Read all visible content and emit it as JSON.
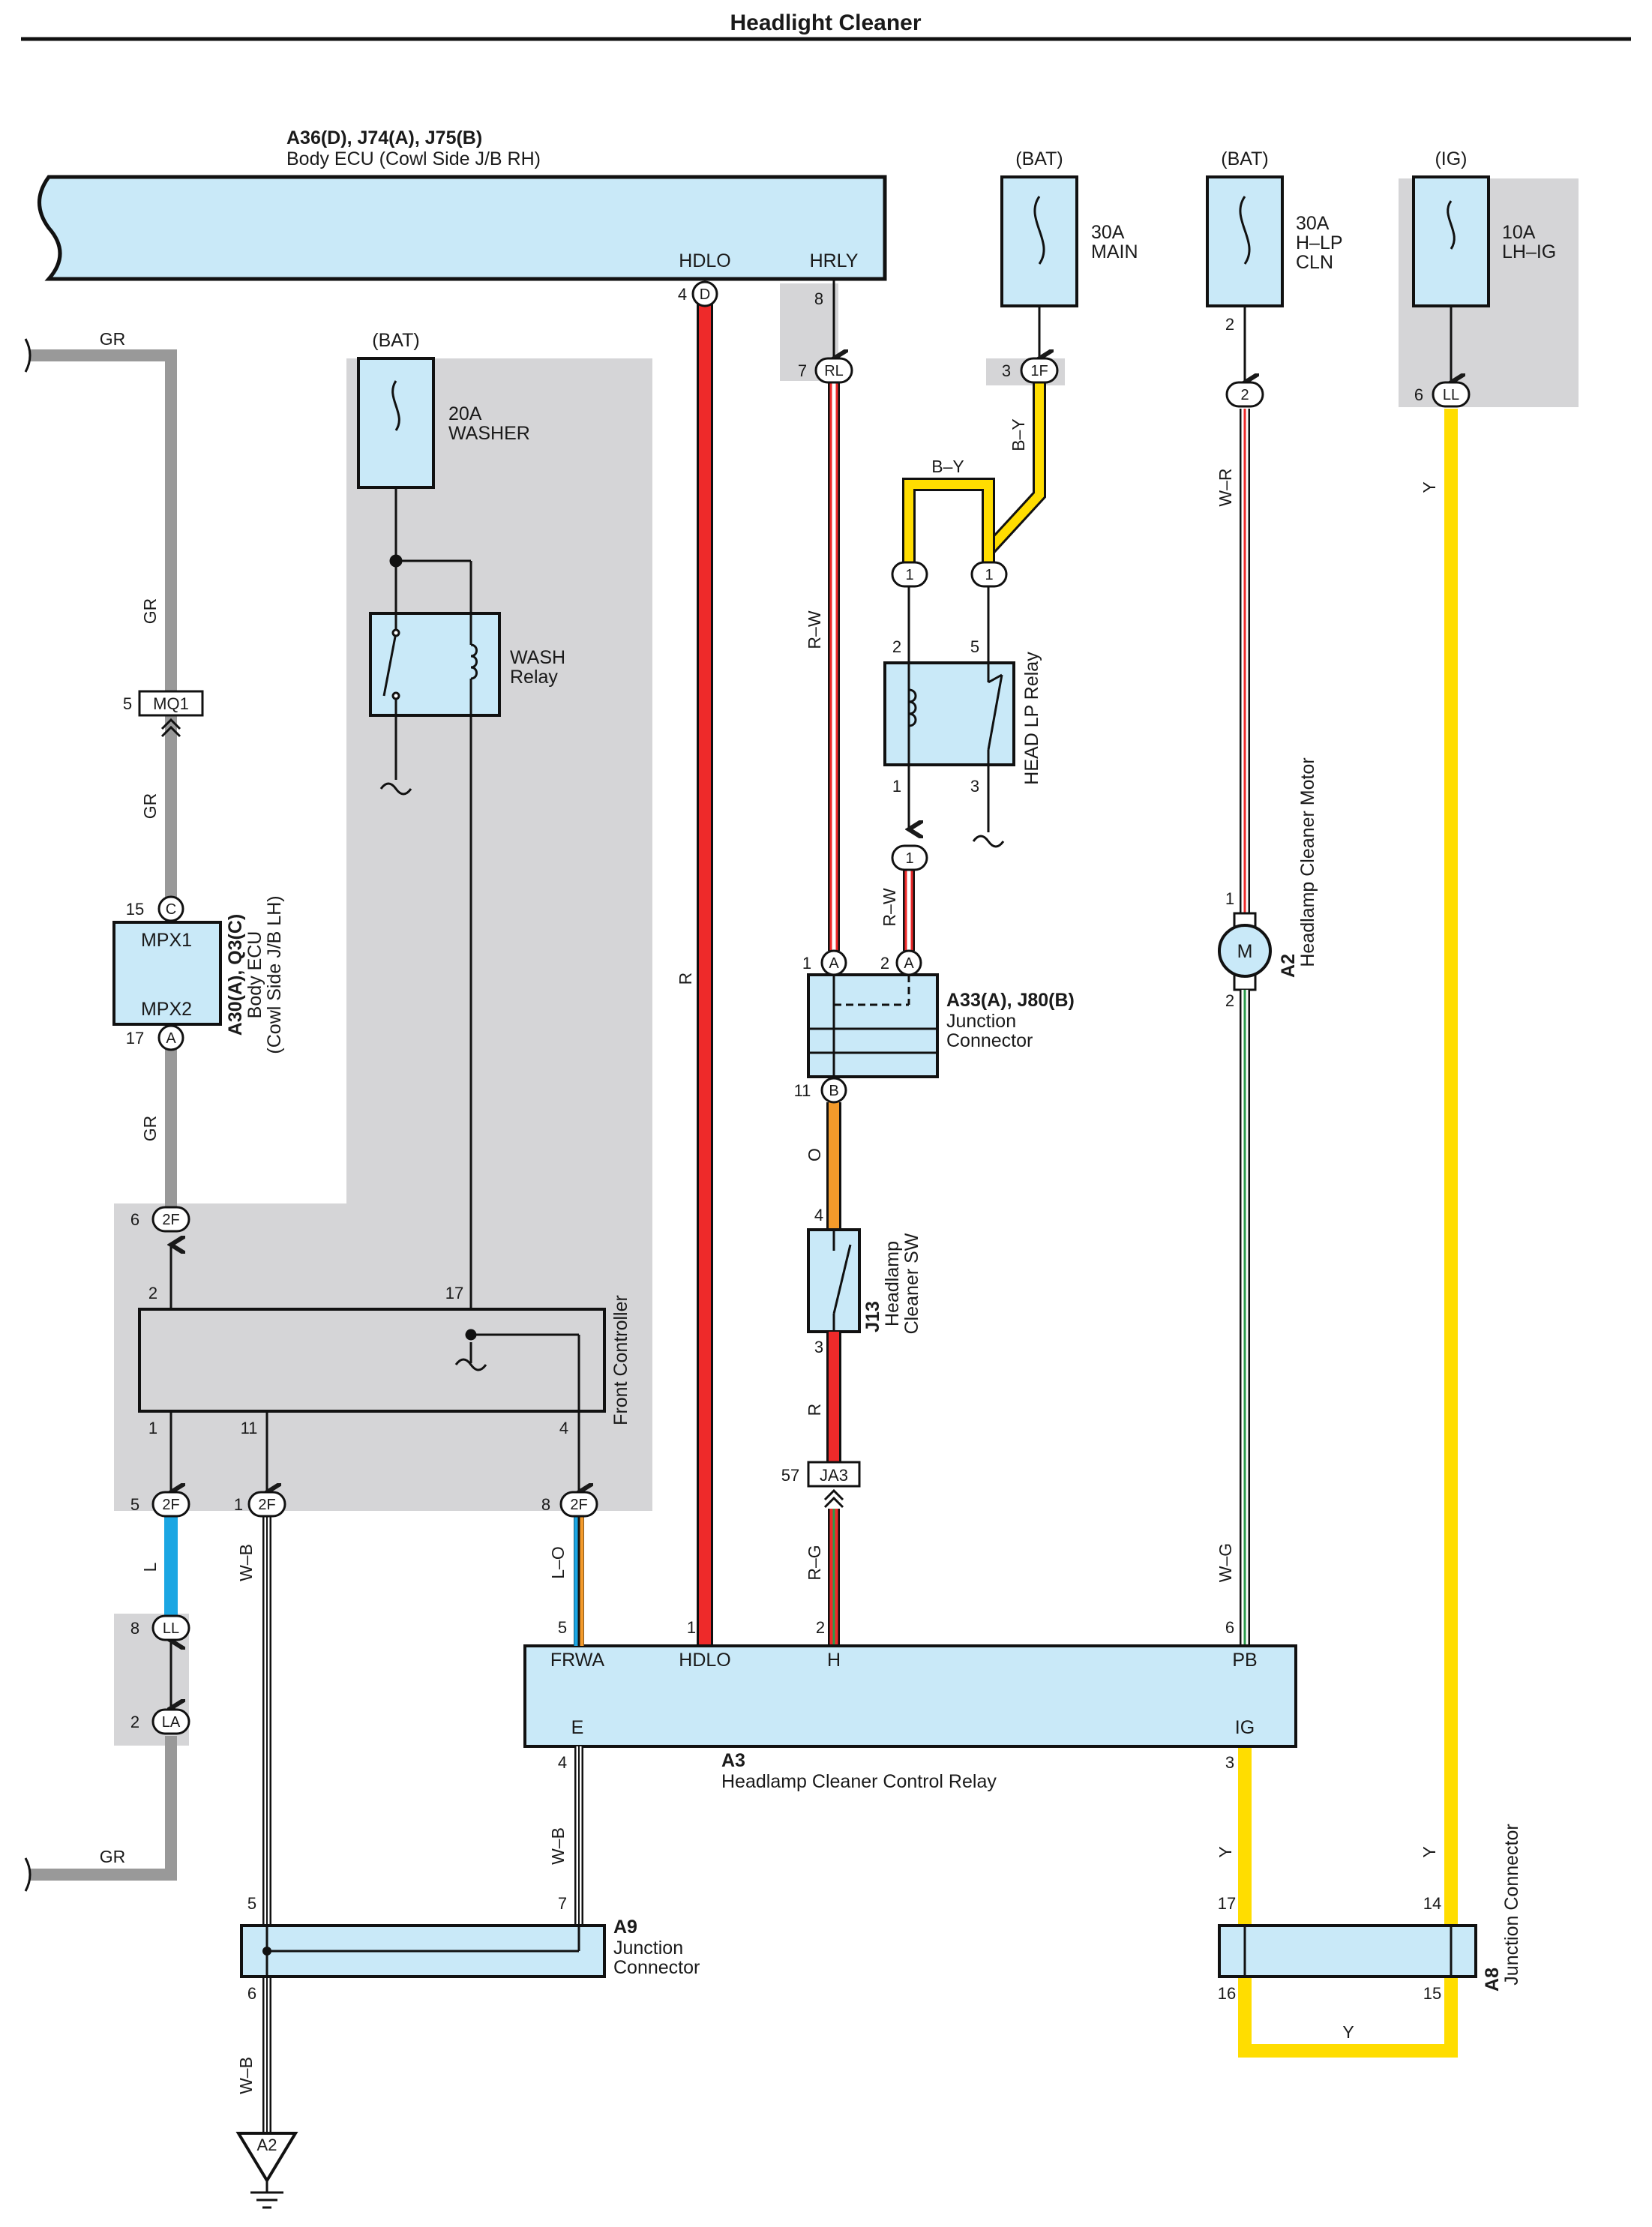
{
  "title": "Headlight Cleaner",
  "components": {
    "body_ecu_rh": {
      "ref": "A36(D), J74(A), J75(B)",
      "name": "Body ECU (Cowl Side J/B RH)",
      "pins": {
        "hdlo": "HDLO",
        "hrly": "HRLY"
      },
      "pin_nums": {
        "hdlo": "4",
        "hrly": "8"
      },
      "connectors": {
        "hdlo": "D"
      }
    },
    "fuse_main": {
      "source": "(BAT)",
      "rating": "30A",
      "name": "MAIN"
    },
    "fuse_hlp_cln": {
      "source": "(BAT)",
      "rating": "30A",
      "name1": "H–LP",
      "name2": "CLN",
      "pin": "2"
    },
    "fuse_lh_ig": {
      "source": "(IG)",
      "rating": "10A",
      "name": "LH–IG"
    },
    "fuse_washer": {
      "source": "(BAT)",
      "rating": "20A",
      "name": "WASHER"
    },
    "wash_relay": {
      "name1": "WASH",
      "name2": "Relay"
    },
    "head_lp_relay": {
      "name": "HEAD LP Relay",
      "pins": [
        "2",
        "5",
        "1",
        "3"
      ]
    },
    "body_ecu_lh": {
      "ref": "A30(A), Q3(C)",
      "name1": "Body ECU",
      "name2": "(Cowl Side J/B LH)",
      "pins": {
        "mpx1": "MPX1",
        "mpx2": "MPX2"
      },
      "pin_nums": {
        "top": "15",
        "bottom": "17"
      },
      "connectors": {
        "top": "C",
        "bottom": "A"
      }
    },
    "front_controller": {
      "name": "Front Controller",
      "pins": [
        "2",
        "17",
        "1",
        "11",
        "4"
      ]
    },
    "junction_a33": {
      "ref": "A33(A), J80(B)",
      "name1": "Junction",
      "name2": "Connector",
      "pins": [
        "1",
        "2",
        "11"
      ],
      "connectors": [
        "A",
        "A",
        "B"
      ]
    },
    "headlamp_cleaner_sw": {
      "ref": "J13",
      "name1": "Headlamp",
      "name2": "Cleaner SW",
      "pins": [
        "4",
        "3"
      ]
    },
    "motor": {
      "ref": "A2",
      "name": "Headlamp Cleaner Motor",
      "symbol": "M",
      "pins": [
        "1",
        "2"
      ]
    },
    "control_relay": {
      "ref": "A3",
      "name": "Headlamp Cleaner Control Relay",
      "terminals": [
        "FRWA",
        "HDLO",
        "H",
        "PB",
        "E",
        "IG"
      ],
      "pins": [
        "5",
        "1",
        "2",
        "6",
        "4",
        "3"
      ]
    },
    "junction_a9": {
      "ref": "A9",
      "name1": "Junction",
      "name2": "Connector",
      "pins": [
        "5",
        "7",
        "6"
      ]
    },
    "junction_a8": {
      "ref": "A8",
      "name": "Junction Connector",
      "pins": [
        "17",
        "14",
        "16",
        "15"
      ]
    },
    "ground": {
      "ref": "A2"
    }
  },
  "connectors": {
    "rl": {
      "id": "RL",
      "pin": "7"
    },
    "f1": {
      "id": "1F",
      "pin": "3"
    },
    "ll_top": {
      "id": "LL",
      "pin": "6"
    },
    "mq1": {
      "id": "MQ1",
      "pin": "5"
    },
    "c2f_top": {
      "id": "2F",
      "pin": "6"
    },
    "c2f_5": {
      "id": "2F",
      "pin": "5"
    },
    "c2f_1": {
      "id": "2F",
      "pin": "1"
    },
    "c2f_8": {
      "id": "2F",
      "pin": "8"
    },
    "ll_mid": {
      "id": "LL",
      "pin": "8"
    },
    "la": {
      "id": "LA",
      "pin": "2"
    },
    "ja3": {
      "id": "JA3",
      "pin": "57"
    },
    "c2": {
      "id": "2"
    },
    "c1a": {
      "id": "1"
    },
    "c1b": {
      "id": "1"
    },
    "c1c": {
      "id": "1"
    }
  },
  "wire_labels": {
    "gr": "GR",
    "r": "R",
    "rw": "R–W",
    "by": "B–Y",
    "wr": "W–R",
    "y": "Y",
    "o": "O",
    "rg": "R–G",
    "wg": "W–G",
    "l": "L",
    "wb": "W–B",
    "lo": "L–O"
  },
  "colors": {
    "module_fill": "#c9e9f8",
    "shade": "#d5d5d7",
    "wire_gray": "#999999",
    "wire_red": "#ee2a2a",
    "wire_yellow": "#ffdd00",
    "wire_orange": "#f39a2b",
    "wire_blue": "#1ba6e3",
    "wire_green": "#2a9a4a"
  }
}
